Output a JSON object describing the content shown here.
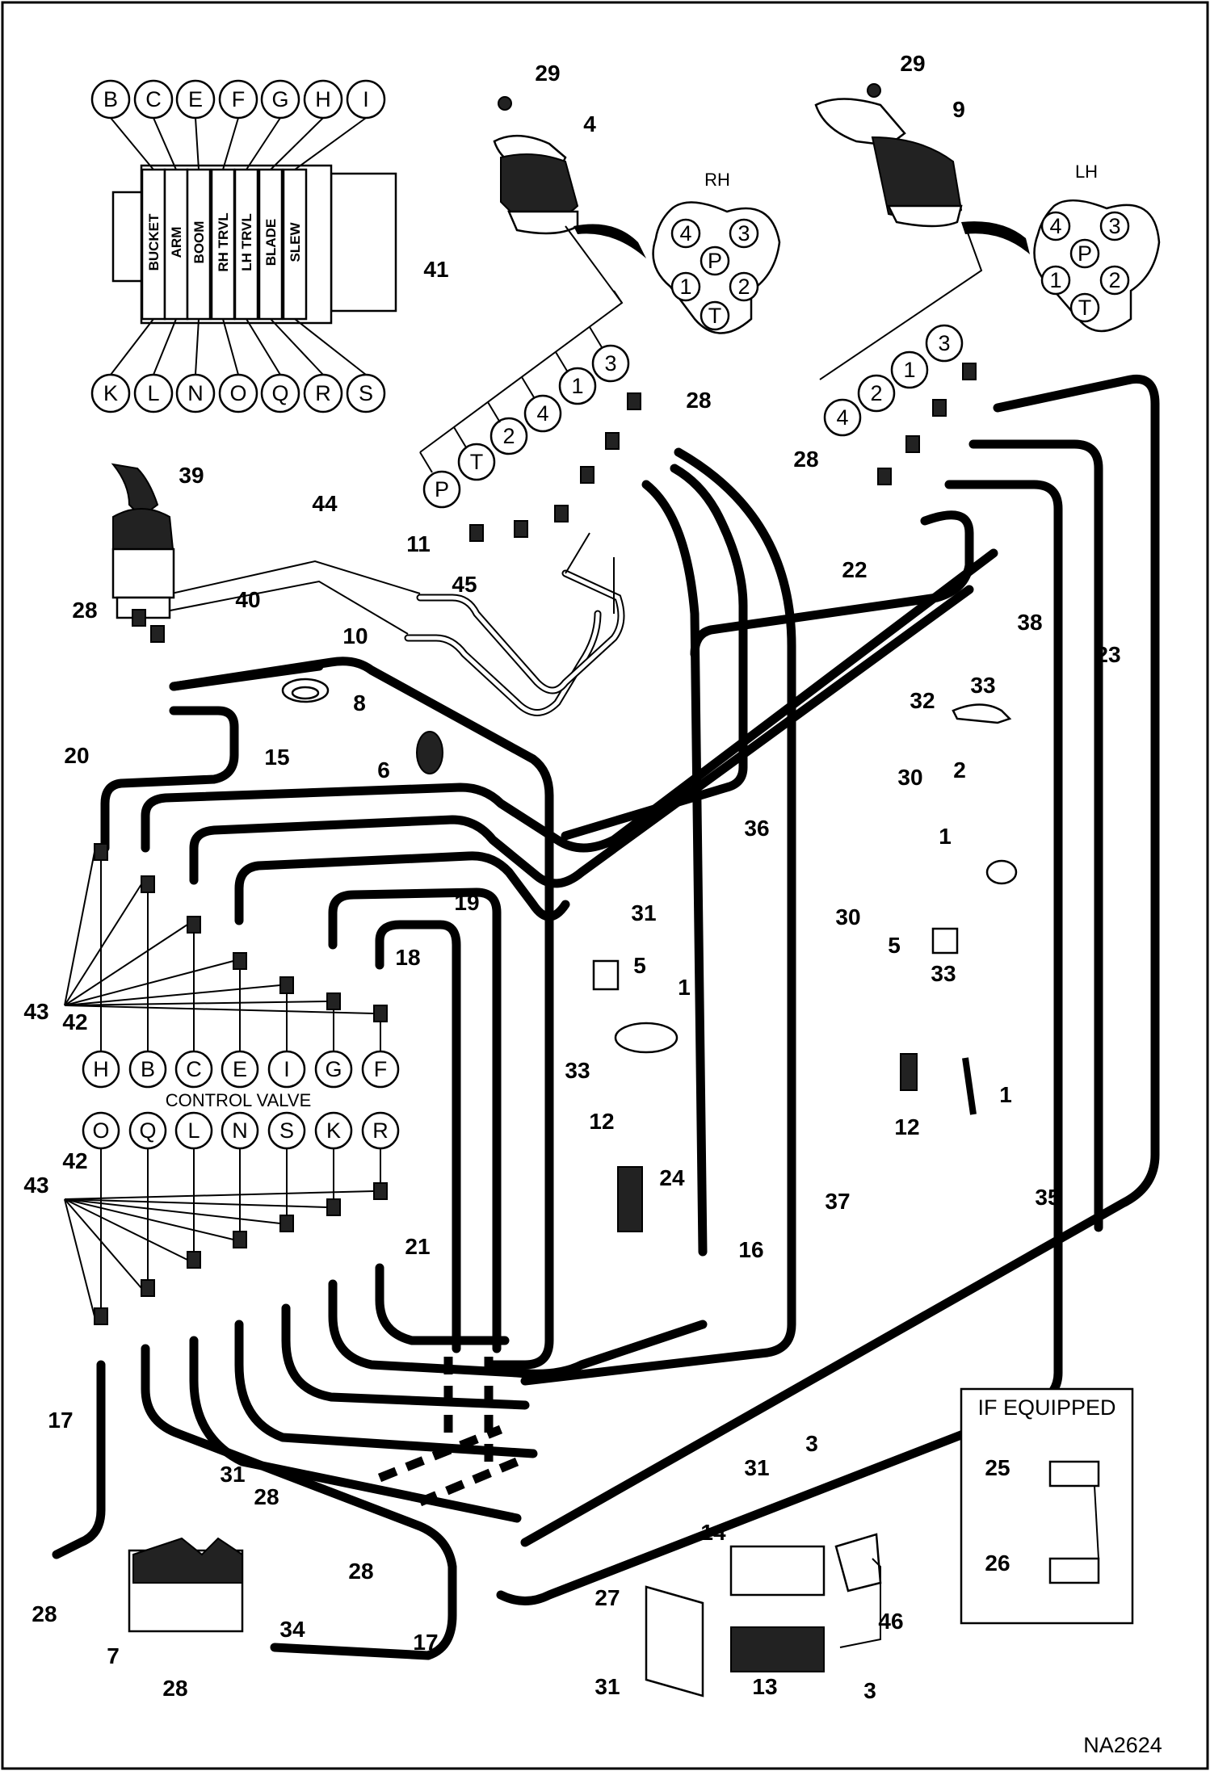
{
  "drawing_id": "NA2624",
  "control_valve_label": "CONTROL VALVE",
  "if_equipped_label": "IF EQUIPPED",
  "valve_top_ports": [
    "B",
    "C",
    "E",
    "F",
    "G",
    "H",
    "I"
  ],
  "valve_bottom_ports": [
    "K",
    "L",
    "N",
    "O",
    "Q",
    "R",
    "S"
  ],
  "valve_sections": [
    "BUCKET",
    "ARM",
    "BOOM",
    "RH TRVL",
    "LH TRVL",
    "BLADE",
    "SLEW"
  ],
  "rh_joystick": {
    "label": "RH",
    "pattern_ports": [
      "4",
      "3",
      "P",
      "1",
      "2",
      "T"
    ],
    "hose_ports": [
      "P",
      "T",
      "2",
      "4",
      "1",
      "3"
    ]
  },
  "lh_joystick": {
    "label": "LH",
    "pattern_ports": [
      "4",
      "3",
      "P",
      "1",
      "2",
      "T"
    ],
    "hose_ports": [
      "4",
      "2",
      "1",
      "3"
    ]
  },
  "control_valve_row_upper": [
    "H",
    "B",
    "C",
    "E",
    "I",
    "G",
    "F"
  ],
  "control_valve_row_lower": [
    "O",
    "Q",
    "L",
    "N",
    "S",
    "K",
    "R"
  ],
  "callouts": {
    "c1a": "1",
    "c1b": "1",
    "c1c": "1",
    "c2": "2",
    "c3a": "3",
    "c3b": "3",
    "c4": "4",
    "c5a": "5",
    "c5b": "5",
    "c6": "6",
    "c7": "7",
    "c8": "8",
    "c9": "9",
    "c10": "10",
    "c11": "11",
    "c12a": "12",
    "c12b": "12",
    "c13": "13",
    "c14": "14",
    "c15": "15",
    "c16": "16",
    "c17a": "17",
    "c17b": "17",
    "c18": "18",
    "c19": "19",
    "c20": "20",
    "c21": "21",
    "c22": "22",
    "c23": "23",
    "c24": "24",
    "c25": "25",
    "c26": "26",
    "c27": "27",
    "c28a": "28",
    "c28b": "28",
    "c28c": "28",
    "c28d": "28",
    "c28e": "28",
    "c28f": "28",
    "c28g": "28",
    "c29a": "29",
    "c29b": "29",
    "c30a": "30",
    "c30b": "30",
    "c31a": "31",
    "c31b": "31",
    "c31c": "31",
    "c31d": "31",
    "c32": "32",
    "c33a": "33",
    "c33b": "33",
    "c33c": "33",
    "c34": "34",
    "c35": "35",
    "c36": "36",
    "c37": "37",
    "c38": "38",
    "c39": "39",
    "c40": "40",
    "c41": "41",
    "c42a": "42",
    "c42b": "42",
    "c43a": "43",
    "c43b": "43",
    "c44": "44",
    "c45": "45",
    "c46": "46"
  }
}
